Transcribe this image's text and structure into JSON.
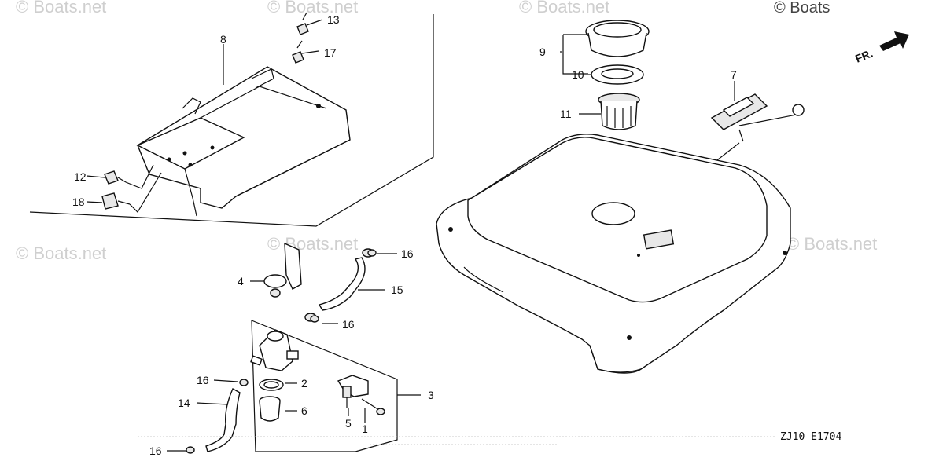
{
  "diagram": {
    "part_labels": {
      "p1": "1",
      "p2": "2",
      "p3": "3",
      "p4": "4",
      "p5": "5",
      "p6": "6",
      "p7": "7",
      "p8": "8",
      "p9": "9",
      "p10": "10",
      "p11": "11",
      "p12": "12",
      "p13": "13",
      "p14": "14",
      "p15": "15",
      "p16a": "16",
      "p16b": "16",
      "p16c": "16",
      "p16d": "16",
      "p17": "17",
      "p18": "18"
    },
    "direction_label": "FR.",
    "diagram_code": "ZJ10—E1704"
  },
  "watermarks": {
    "corner": "© Boats",
    "repeat": "© Boats.net"
  }
}
